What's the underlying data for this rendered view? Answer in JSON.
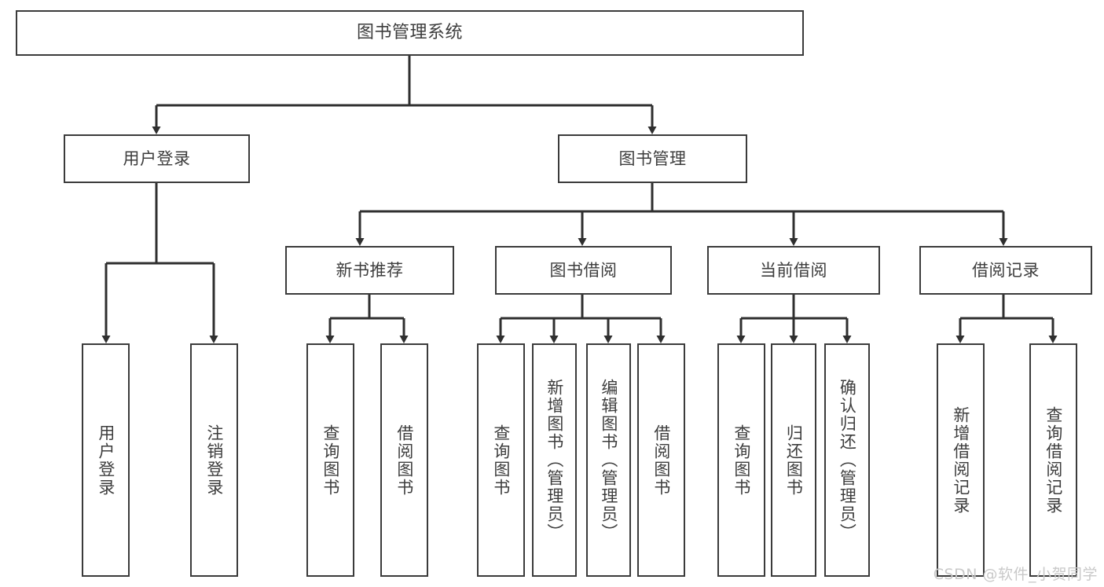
{
  "diagram": {
    "title_node": {
      "label": "图书管理系统"
    },
    "level1": [
      {
        "id": "user-login",
        "label": "用户登录"
      },
      {
        "id": "book-management",
        "label": "图书管理"
      }
    ],
    "level2": [
      {
        "id": "new-book-recommend",
        "label": "新书推荐"
      },
      {
        "id": "book-borrow",
        "label": "图书借阅"
      },
      {
        "id": "current-borrow",
        "label": "当前借阅"
      },
      {
        "id": "borrow-record",
        "label": "借阅记录"
      }
    ],
    "leaves": [
      {
        "id": "leaf-user-login",
        "label": "用户登录"
      },
      {
        "id": "leaf-logout-login",
        "label": "注销登录"
      },
      {
        "id": "leaf-query-book-1",
        "label": "查询图书"
      },
      {
        "id": "leaf-borrow-book-1",
        "label": "借阅图书"
      },
      {
        "id": "leaf-query-book-2",
        "label": "查询图书"
      },
      {
        "id": "leaf-add-book-admin",
        "label": "新增图书（管理员）"
      },
      {
        "id": "leaf-edit-book-admin",
        "label": "编辑图书（管理员）"
      },
      {
        "id": "leaf-borrow-book-2",
        "label": "借阅图书"
      },
      {
        "id": "leaf-query-book-3",
        "label": "查询图书"
      },
      {
        "id": "leaf-return-book",
        "label": "归还图书"
      },
      {
        "id": "leaf-confirm-return-admin",
        "label": "确认归还（管理员）"
      },
      {
        "id": "leaf-add-borrow-record",
        "label": "新增借阅记录"
      },
      {
        "id": "leaf-query-borrow-record",
        "label": "查询借阅记录"
      }
    ],
    "watermark": "CSDN @软件_小贺同学",
    "colors": {
      "box_border": "#3b3b3b",
      "text": "#3d3d3d",
      "line": "#2f2f2f",
      "background": "#ffffff",
      "watermark": "#c9c9c9"
    }
  }
}
